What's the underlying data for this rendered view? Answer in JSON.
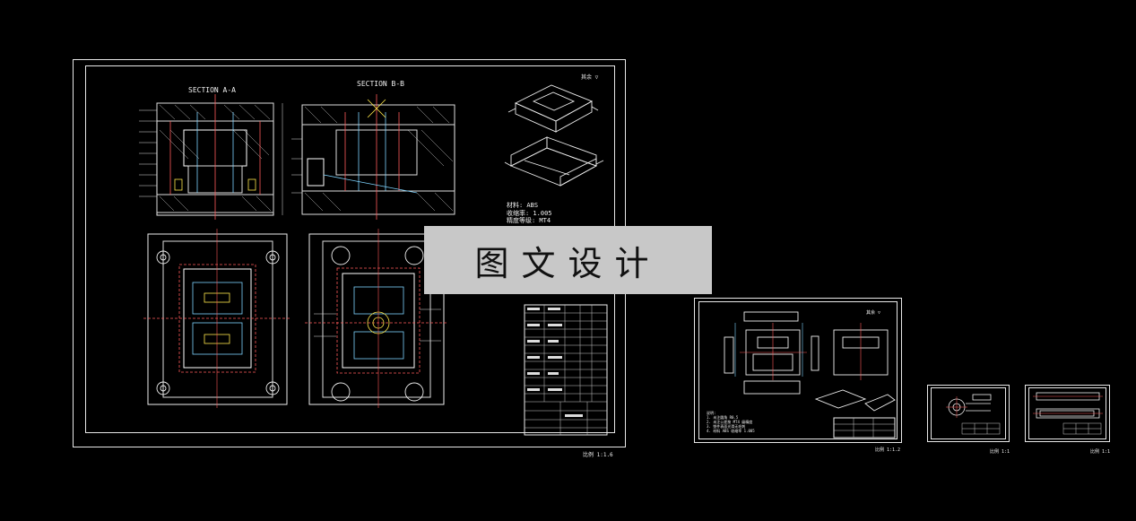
{
  "sheet1": {
    "section_a_label": "SECTION A-A",
    "section_b_label": "SECTION B-B",
    "corner_note": "其余 ▽",
    "material_note": "材料: ABS",
    "shrink_note": "收缩率: 1.005",
    "accuracy_note": "精度等级: MT4",
    "scale_note": "比例 1:1.6"
  },
  "sheet2": {
    "corner_note": "其余 ▽",
    "scale_note": "比例 1:1.2",
    "tech_notes": [
      "说明:",
      "1. 未注圆角 R0.5",
      "2. 未注公差按 MT4 级精度",
      "3. 塑件表面光滑无毛刺",
      "4. 材料 ABS 收缩率 1.005"
    ]
  },
  "sheet3": {
    "scale_note": "比例 1:1"
  },
  "sheet4": {
    "scale_note": "比例 1:1"
  },
  "watermark": {
    "text": "图文设计"
  }
}
